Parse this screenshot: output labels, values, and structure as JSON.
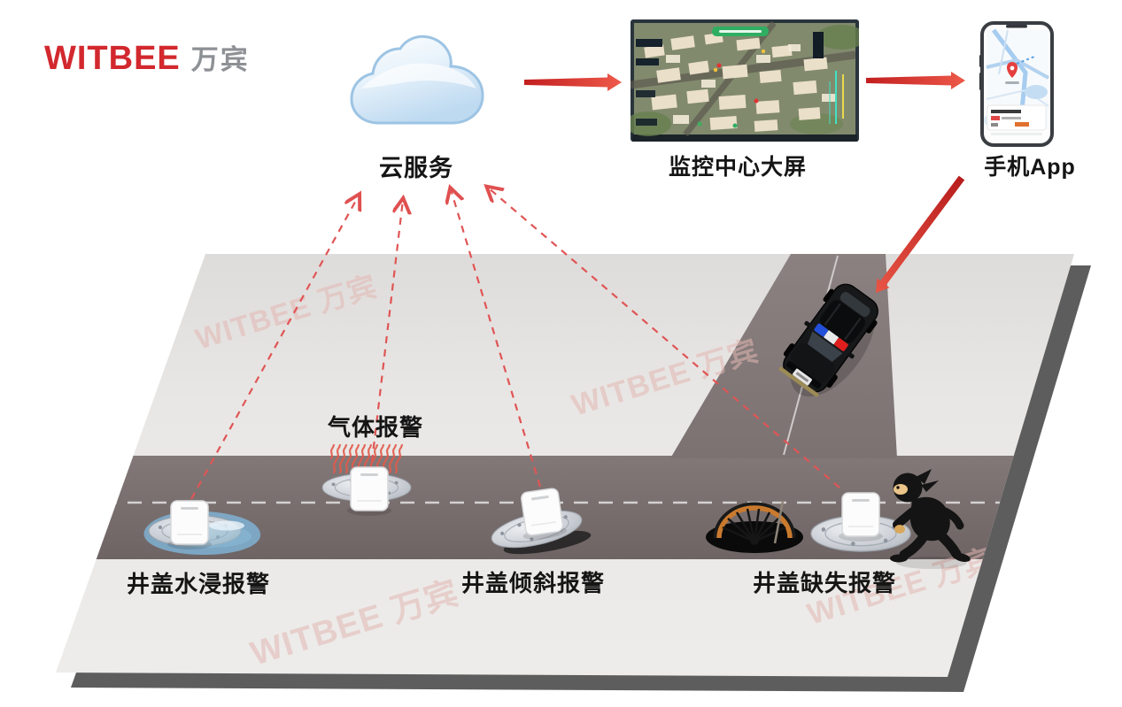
{
  "logo": {
    "brand": "WITBEE",
    "brand_cn": "万宾"
  },
  "header": {
    "cloud_label": "云服务",
    "monitor_label": "监控中心大屏",
    "app_label": "手机App"
  },
  "scene": {
    "water_alarm_label": "井盖水浸报警",
    "gas_alarm_label": "气体报警",
    "tilt_alarm_label": "井盖倾斜报警",
    "missing_alarm_label": "井盖缺失报警"
  },
  "watermark": {
    "text": "WITBEE 万宾"
  },
  "colors": {
    "brand_red": "#d2282e",
    "arrow_red": "#d93a2b",
    "uplink_dash_red": "#e05555",
    "road_gray": "#7a7070",
    "platform_gray": "#e7e5e3",
    "watermark_pink": "#e2b7b2"
  }
}
